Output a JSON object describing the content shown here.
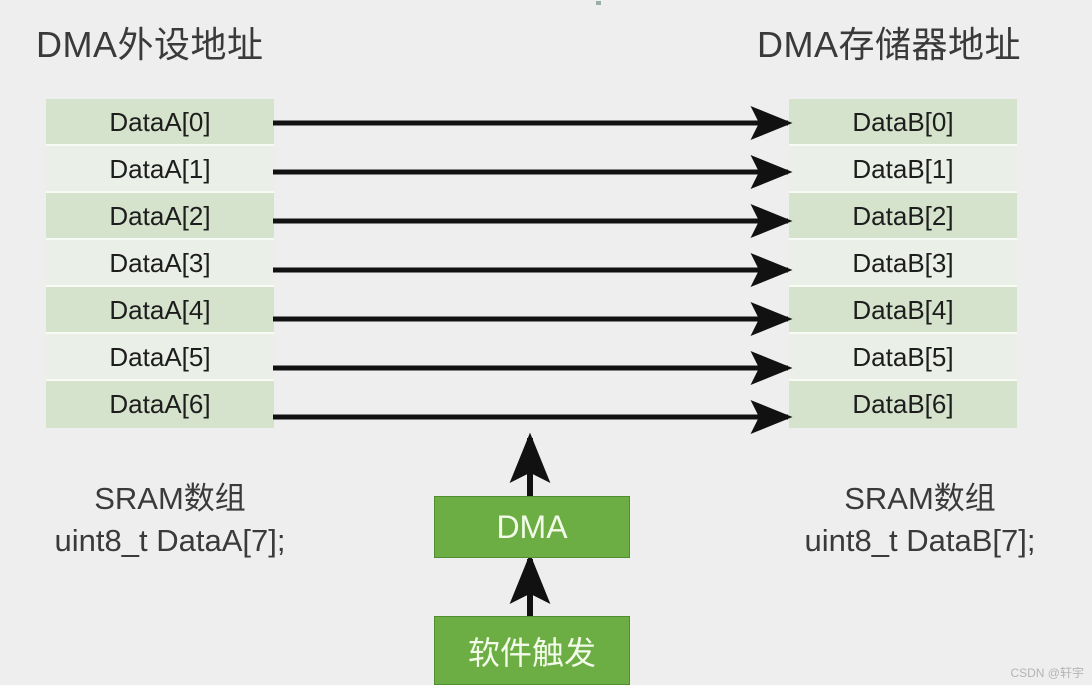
{
  "diagram": {
    "background_color": "#eeeeee",
    "accent_green": "#6cae43",
    "cell_dark": "#d5e2cc",
    "cell_light": "#eaefe7",
    "titles": {
      "left": "DMA外设地址",
      "right": "DMA存储器地址"
    },
    "left_column": {
      "cells": [
        "DataA[0]",
        "DataA[1]",
        "DataA[2]",
        "DataA[3]",
        "DataA[4]",
        "DataA[5]",
        "DataA[6]"
      ],
      "caption_line1": "SRAM数组",
      "caption_line2": "uint8_t DataA[7];"
    },
    "right_column": {
      "cells": [
        "DataB[0]",
        "DataB[1]",
        "DataB[2]",
        "DataB[3]",
        "DataB[4]",
        "DataB[5]",
        "DataB[6]"
      ],
      "caption_line1": "SRAM数组",
      "caption_line2": "uint8_t DataB[7];"
    },
    "transfer_arrow_count": 7,
    "dma_box_label": "DMA",
    "trigger_box_label": "软件触发",
    "watermark": "CSDN @轩宇"
  }
}
